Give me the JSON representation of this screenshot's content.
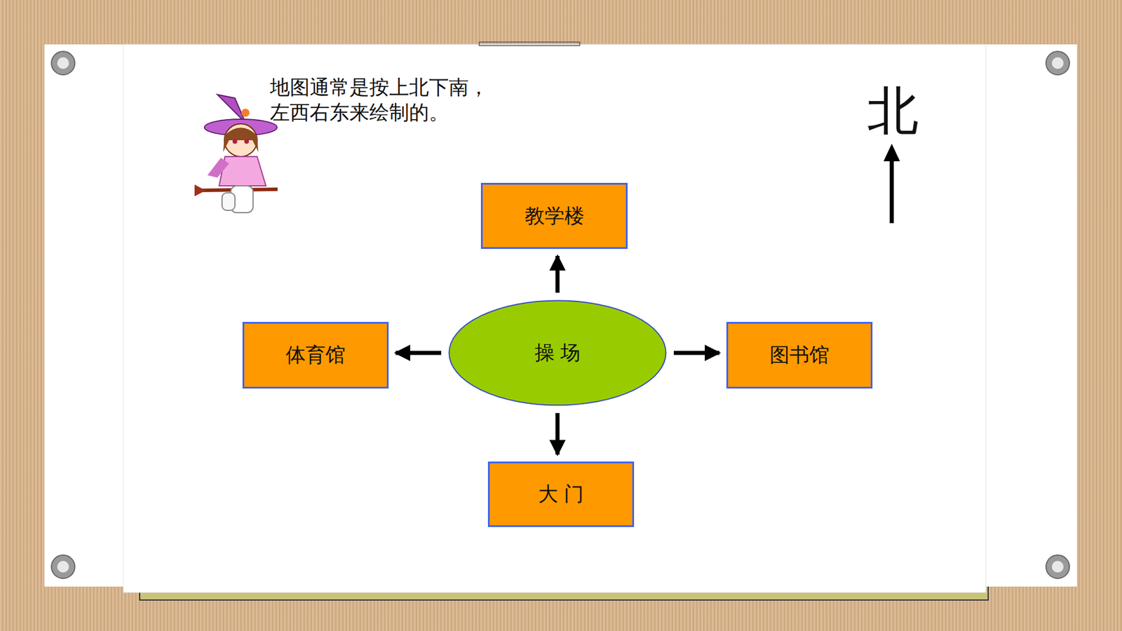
{
  "diagram": {
    "nodes": [
      {
        "text": [
          "教学楼"
        ]
      },
      {
        "text": [
          "体育馆"
        ]
      },
      {
        "text": [
          "操 场"
        ]
      },
      {
        "text": [
          "图书馆"
        ]
      },
      {
        "text": [
          "大 门"
        ]
      }
    ],
    "edges": [
      {
        "from": 2,
        "to": 0,
        "arrow": "to"
      },
      {
        "from": 2,
        "to": 1,
        "arrow": "to"
      },
      {
        "from": 2,
        "to": 3,
        "arrow": "to"
      },
      {
        "from": 2,
        "to": 4,
        "arrow": "to"
      }
    ],
    "labels": [
      "地图通常是按上北下南， 左西右东来绘制的。",
      "北"
    ]
  }
}
